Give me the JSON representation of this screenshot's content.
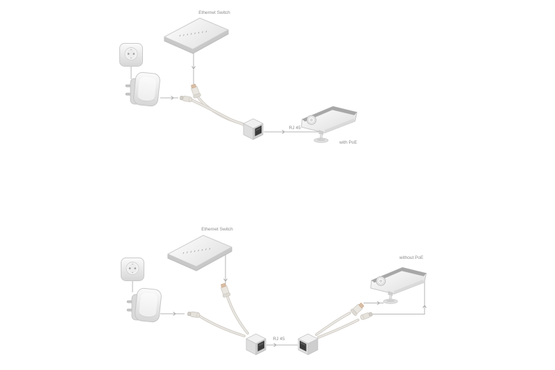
{
  "diagram_top": {
    "switch_label": "Ethernet Switch",
    "cable_label": "RJ 45",
    "caption": "with PoE"
  },
  "diagram_bottom": {
    "switch_label": "Ethernet Switch",
    "cable_label": "RJ 45",
    "caption": "without PoE"
  },
  "devices": {
    "switch": "ethernet-switch",
    "outlet": "wall-outlet",
    "adapter": "power-adapter",
    "splitter": "poe-injector-splitter",
    "coupler": "rj45-coupler",
    "camera": "ip-camera"
  },
  "colors": {
    "background": "#ffffff",
    "connection_line": "#b5b5b5",
    "label_text": "#8c8c8c",
    "device_fill": "#ececec",
    "device_stroke": "#c6c6c6",
    "camera_top_band": "#a7a7a7",
    "rj45_port": "#3b3b3b",
    "cable": "#d7d3cd",
    "plug_tip": "#d9bda4"
  }
}
